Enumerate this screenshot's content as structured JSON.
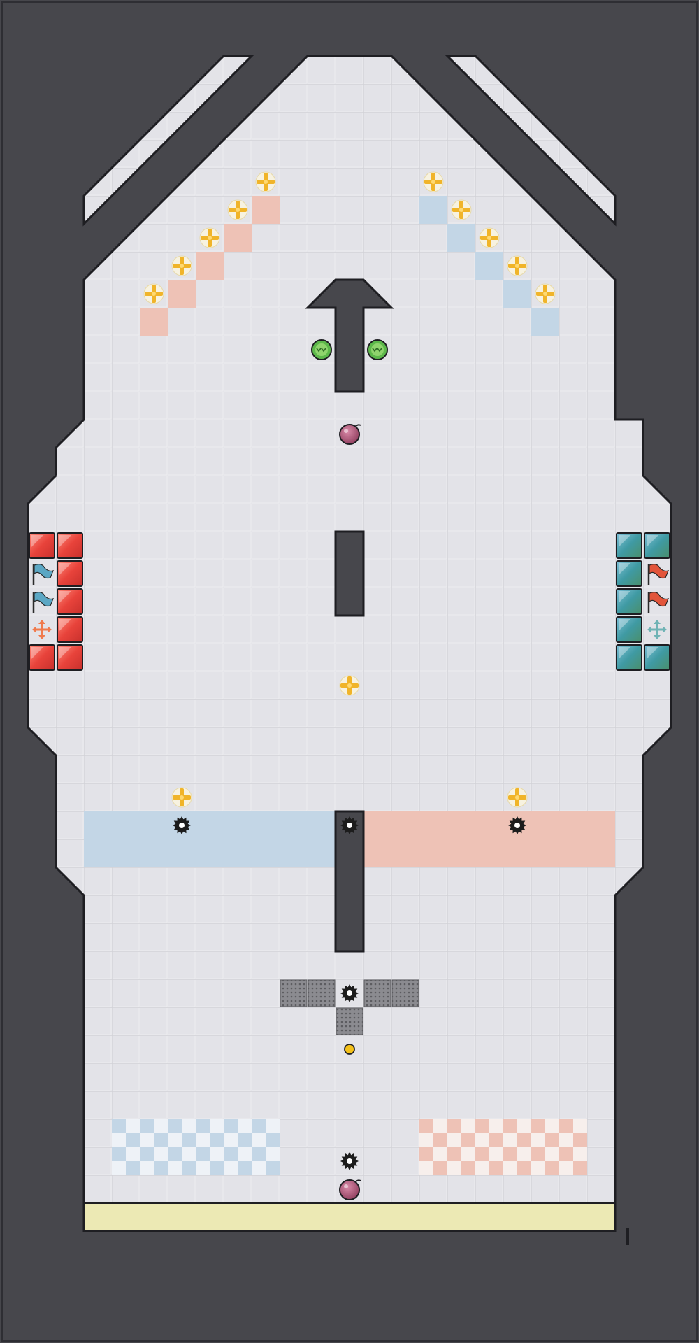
{
  "colors": {
    "background": "#47474c",
    "wall": "#47474c",
    "wall_edge": "#2b2b2f",
    "floor": "#e3e3e8",
    "floor_grid": "#d0d0d6",
    "red_team": "#e8433b",
    "blue_team": "#3f9aa3",
    "red_zone": "#eec2b6",
    "blue_zone": "#c3d6e6",
    "goal_strip": "#ece9b4",
    "grate": "#8b8b90",
    "star": "#f0b429",
    "speed_pad": "#5cb84a",
    "bomb": "#b5557a",
    "spike": "#1c1c1c",
    "powerup_dot": "#f3c019"
  },
  "grid": {
    "columns": 25,
    "rows": 43
  },
  "board": {
    "red_base": {
      "tiles": [
        [
          0,
          17
        ],
        [
          1,
          17
        ],
        [
          1,
          18
        ],
        [
          1,
          19
        ],
        [
          1,
          20
        ],
        [
          0,
          21
        ],
        [
          1,
          21
        ]
      ],
      "flags": [
        [
          0,
          18
        ],
        [
          0,
          19
        ]
      ],
      "flag_color": "blue-flag-icon",
      "spawn_marker": [
        0,
        20
      ],
      "spawn_icon": "move-arrows-icon"
    },
    "blue_base": {
      "tiles": [
        [
          21,
          17
        ],
        [
          22,
          17
        ],
        [
          21,
          18
        ],
        [
          21,
          19
        ],
        [
          21,
          20
        ],
        [
          21,
          21
        ],
        [
          22,
          21
        ]
      ],
      "flags": [
        [
          22,
          18
        ],
        [
          22,
          19
        ]
      ],
      "flag_color": "red-flag-icon",
      "spawn_marker": [
        22,
        20
      ],
      "spawn_icon": "move-arrows-icon"
    },
    "boosts": [
      [
        8,
        4
      ],
      [
        7,
        5
      ],
      [
        6,
        6
      ],
      [
        5,
        7
      ],
      [
        4,
        8
      ],
      [
        14,
        4
      ],
      [
        15,
        5
      ],
      [
        16,
        6
      ],
      [
        17,
        7
      ],
      [
        18,
        8
      ],
      [
        11,
        22
      ],
      [
        5,
        26
      ],
      [
        17,
        26
      ]
    ],
    "red_diagonal_tiles": [
      [
        8,
        5
      ],
      [
        7,
        6
      ],
      [
        6,
        7
      ],
      [
        5,
        8
      ],
      [
        4,
        9
      ]
    ],
    "blue_diagonal_tiles": [
      [
        14,
        5
      ],
      [
        15,
        6
      ],
      [
        16,
        7
      ],
      [
        17,
        8
      ],
      [
        18,
        9
      ]
    ],
    "speed_pads": [
      [
        10,
        10
      ],
      [
        12,
        10
      ]
    ],
    "bombs": [
      [
        11,
        13
      ],
      [
        11,
        40
      ]
    ],
    "spikes": [
      [
        5,
        27
      ],
      [
        11,
        27
      ],
      [
        17,
        27
      ],
      [
        11,
        33
      ],
      [
        11,
        39
      ]
    ],
    "grates": [
      [
        9,
        33
      ],
      [
        10,
        33
      ],
      [
        12,
        33
      ],
      [
        13,
        33
      ],
      [
        11,
        34
      ]
    ],
    "powerups": [
      [
        11,
        35
      ]
    ]
  }
}
